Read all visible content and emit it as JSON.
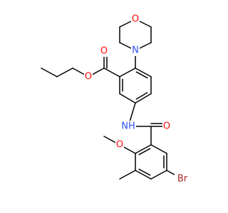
{
  "colors": {
    "bond": "#000000",
    "O": "#ff0d0d",
    "N": "#3050f8",
    "Br": "#a62929"
  },
  "atoms": {
    "O_morpholine": "O",
    "N_morpholine": "N",
    "O_carbonyl_ester": "O",
    "O_ester": "O",
    "NH_amide": "NH",
    "O_carbonyl_amide": "O",
    "O_methoxy": "O",
    "Br": "Br"
  }
}
